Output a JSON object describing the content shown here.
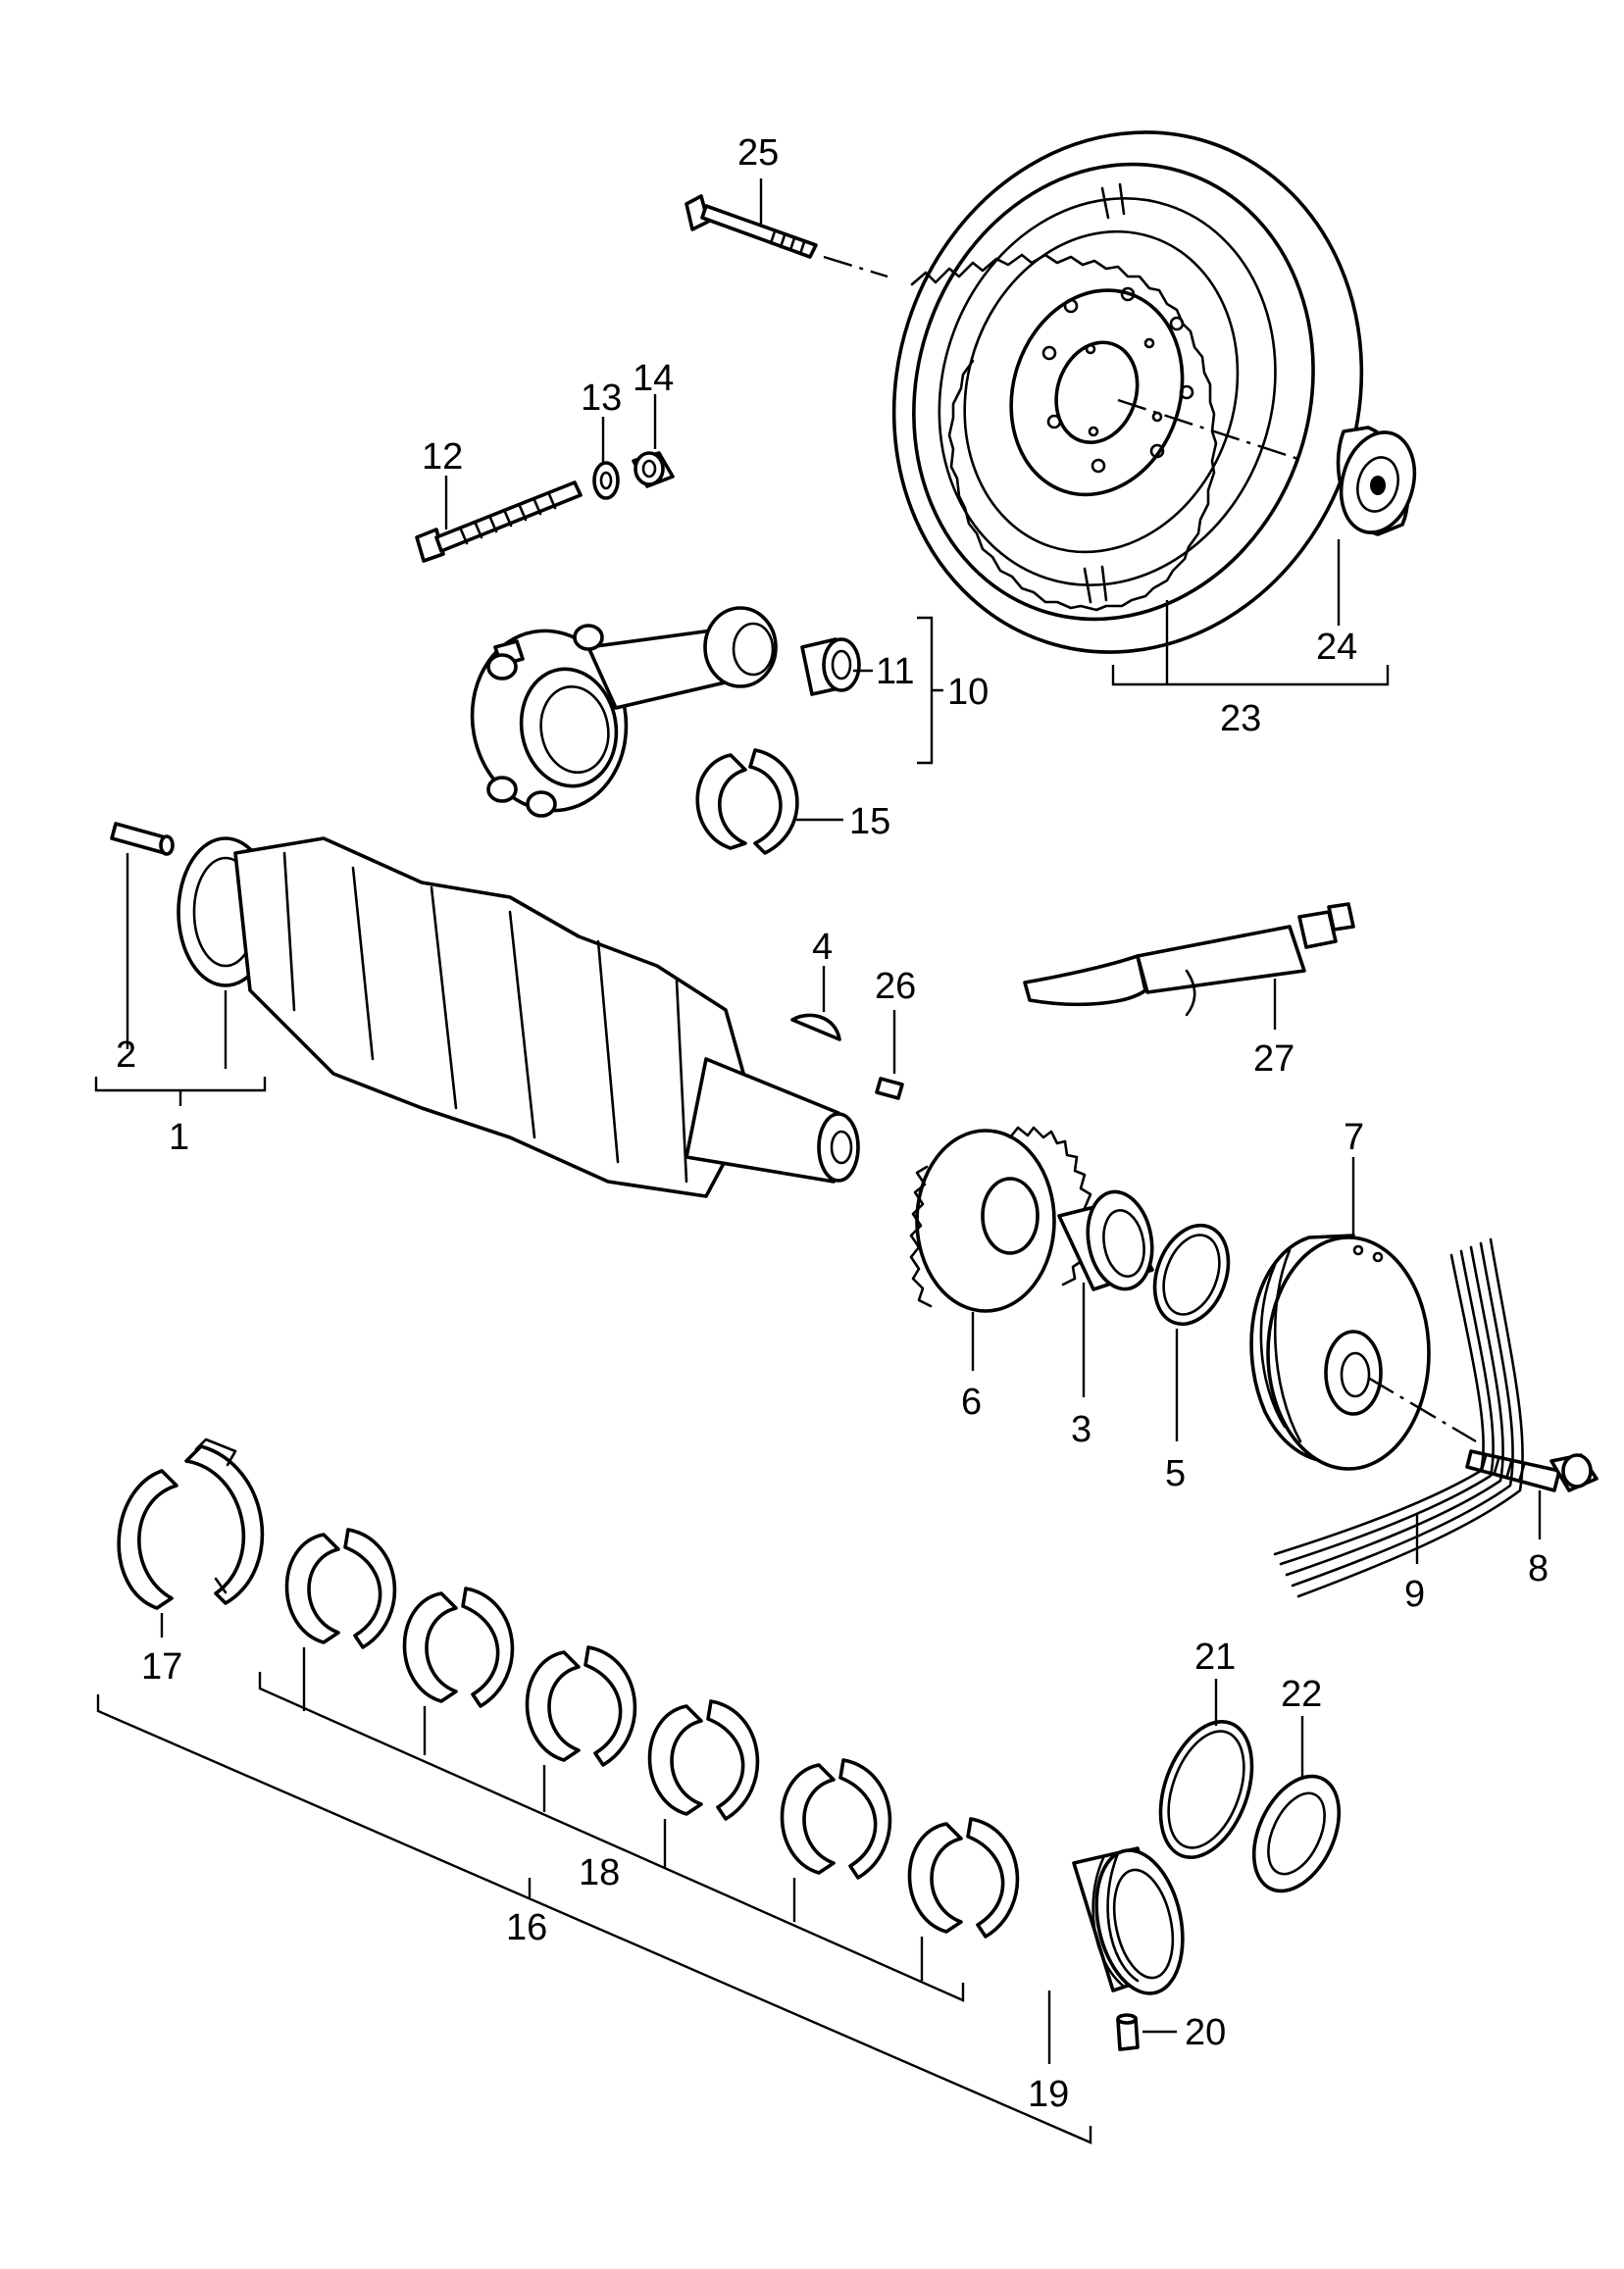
{
  "parts": [
    {
      "id": "1",
      "label": "1"
    },
    {
      "id": "2",
      "label": "2"
    },
    {
      "id": "3",
      "label": "3"
    },
    {
      "id": "4",
      "label": "4"
    },
    {
      "id": "5",
      "label": "5"
    },
    {
      "id": "6",
      "label": "6"
    },
    {
      "id": "7",
      "label": "7"
    },
    {
      "id": "8",
      "label": "8"
    },
    {
      "id": "9",
      "label": "9"
    },
    {
      "id": "10",
      "label": "10"
    },
    {
      "id": "11",
      "label": "11"
    },
    {
      "id": "12",
      "label": "12"
    },
    {
      "id": "13",
      "label": "13"
    },
    {
      "id": "14",
      "label": "14"
    },
    {
      "id": "15",
      "label": "15"
    },
    {
      "id": "16",
      "label": "16"
    },
    {
      "id": "17",
      "label": "17"
    },
    {
      "id": "18",
      "label": "18"
    },
    {
      "id": "19",
      "label": "19"
    },
    {
      "id": "20",
      "label": "20"
    },
    {
      "id": "21",
      "label": "21"
    },
    {
      "id": "22",
      "label": "22"
    },
    {
      "id": "23",
      "label": "23"
    },
    {
      "id": "24",
      "label": "24"
    },
    {
      "id": "25",
      "label": "25"
    },
    {
      "id": "26",
      "label": "26"
    },
    {
      "id": "27",
      "label": "27"
    }
  ],
  "colors": {
    "line": "#000000",
    "background": "#ffffff"
  }
}
